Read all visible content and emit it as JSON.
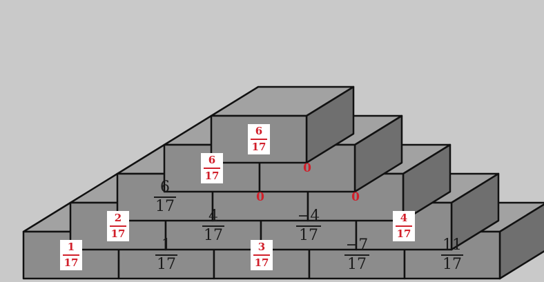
{
  "pyramid": {
    "rows": [
      {
        "cells": [
          {
            "num": "6",
            "den": "17",
            "style": "boxed"
          }
        ]
      },
      {
        "cells": [
          {
            "num": "6",
            "den": "17",
            "style": "boxed"
          },
          {
            "value": "0",
            "style": "zero"
          }
        ]
      },
      {
        "cells": [
          {
            "num": "6",
            "den": "17",
            "style": "plain"
          },
          {
            "value": "0",
            "style": "zero"
          },
          {
            "value": "0",
            "style": "zero"
          }
        ]
      },
      {
        "cells": [
          {
            "num": "2",
            "den": "17",
            "style": "boxed"
          },
          {
            "num": "4",
            "den": "17",
            "style": "plain"
          },
          {
            "num": "−4",
            "den": "17",
            "style": "plain"
          },
          {
            "num": "4",
            "den": "17",
            "style": "boxed"
          }
        ]
      },
      {
        "cells": [
          {
            "num": "1",
            "den": "17",
            "style": "boxed"
          },
          {
            "num": "1",
            "den": "17",
            "style": "plain"
          },
          {
            "num": "3",
            "den": "17",
            "style": "boxed"
          },
          {
            "num": "−7",
            "den": "17",
            "style": "plain"
          },
          {
            "num": "11",
            "den": "17",
            "style": "plain"
          }
        ]
      }
    ]
  },
  "colors": {
    "brick_front": "#8c8c8c",
    "brick_top": "#a2a2a2",
    "brick_side": "#6f6f6f",
    "outline": "#111111",
    "answer_red": "#d11f2a"
  }
}
